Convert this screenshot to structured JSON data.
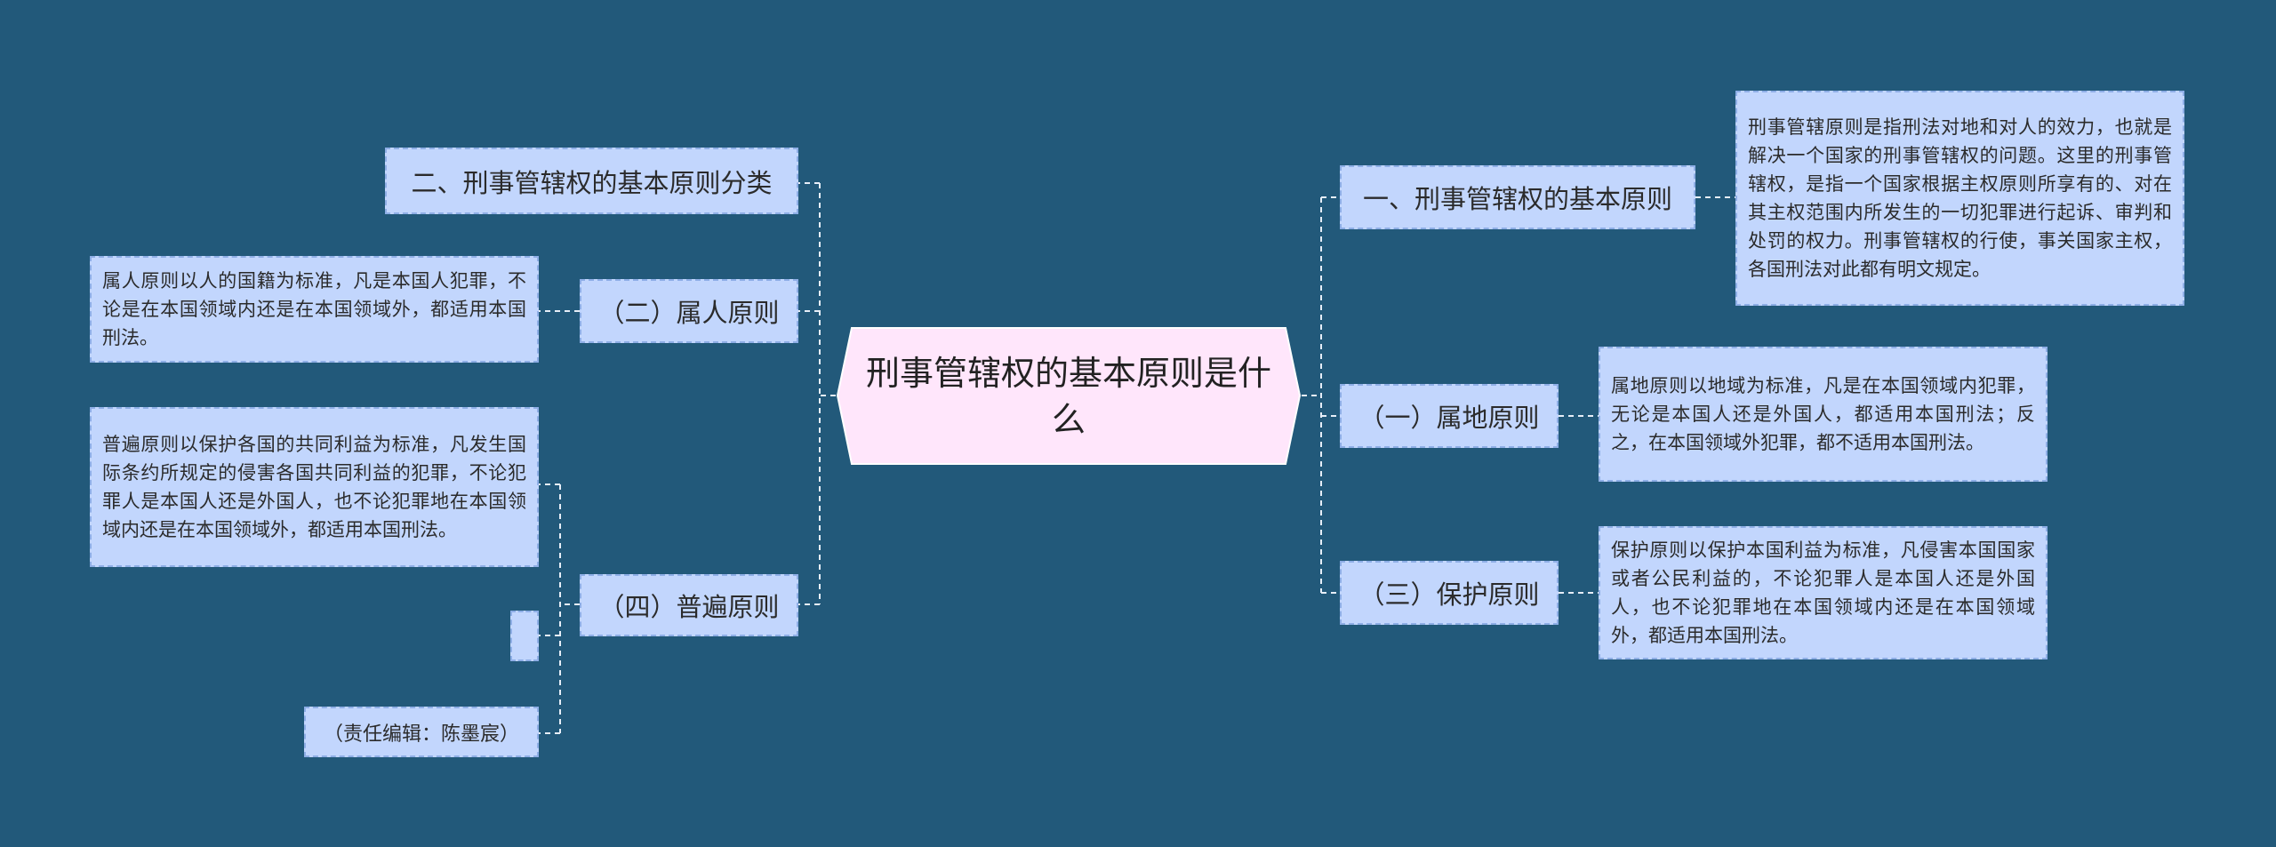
{
  "root": {
    "title": "刑事管辖权的基本原则是什么"
  },
  "left": {
    "section_two": "二、刑事管辖权的基本原则分类",
    "personal": {
      "label": "（二）属人原则",
      "desc": "属人原则以人的国籍为标准，凡是本国人犯罪，不论是在本国领域内还是在本国领域外，都适用本国刑法。"
    },
    "universal": {
      "label": "（四）普遍原则",
      "desc": "普遍原则以保护各国的共同利益为标准，凡发生国际条约所规定的侵害各国共同利益的犯罪，不论犯罪人是本国人还是外国人，也不论犯罪地在本国领域内还是在本国领域外，都适用本国刑法。",
      "editor": "（责任编辑：陈墨宸）"
    }
  },
  "right": {
    "section_one": {
      "label": "一、刑事管辖权的基本原则",
      "desc": "刑事管辖原则是指刑法对地和对人的效力，也就是解决一个国家的刑事管辖权的问题。这里的刑事管辖权，是指一个国家根据主权原则所享有的、对在其主权范围内所发生的一切犯罪进行起诉、审判和处罚的权力。刑事管辖权的行使，事关国家主权，各国刑法对此都有明文规定。"
    },
    "territorial": {
      "label": "（一）属地原则",
      "desc": "属地原则以地域为标准，凡是在本国领域内犯罪，无论是本国人还是外国人，都适用本国刑法；反之，在本国领域外犯罪，都不适用本国刑法。"
    },
    "protective": {
      "label": "（三）保护原则",
      "desc": "保护原则以保护本国利益为标准，凡侵害本国国家或者公民利益的，不论犯罪人是本国人还是外国人，也不论犯罪地在本国领域内还是在本国领域外，都适用本国刑法。"
    }
  },
  "colors": {
    "background": "#22597a",
    "node_fill": "#c2d6fd",
    "node_border": "#8eaee6",
    "root_fill": "#ffe6fb",
    "connector": "#e6eef8"
  }
}
